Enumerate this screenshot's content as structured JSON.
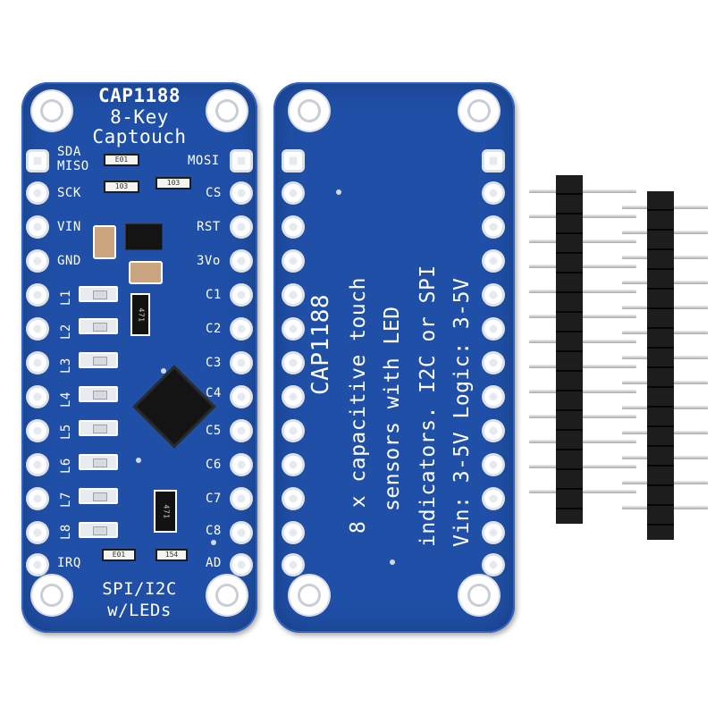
{
  "front": {
    "title_lines": [
      "CAP1188",
      "8-Key",
      "Captouch"
    ],
    "left_labels": [
      "SDA",
      "MISO",
      "SCK",
      "VIN",
      "GND"
    ],
    "right_labels": [
      "MOSI",
      "CS",
      "RST",
      "3Vo",
      "C1",
      "C2",
      "C3",
      "C4",
      "C5",
      "C6",
      "C7",
      "C8",
      "AD"
    ],
    "led_labels": [
      "L1",
      "L2",
      "L3",
      "L4",
      "L5",
      "L6",
      "L7",
      "L8"
    ],
    "irq_label": "IRQ",
    "bottom_lines": [
      "SPI/I2C",
      "w/LEDs"
    ],
    "component_marks": {
      "r1": "E01",
      "r2": "103",
      "r3": "103",
      "rn1": "471",
      "rn2": "471",
      "r4": "E01",
      "r5": "154"
    }
  },
  "back": {
    "title": "CAP1188",
    "description_lines": [
      "8 x capacitive touch",
      "sensors with LED",
      "indicators. I2C or SPI",
      "Vin: 3-5V Logic: 3-5V"
    ]
  }
}
